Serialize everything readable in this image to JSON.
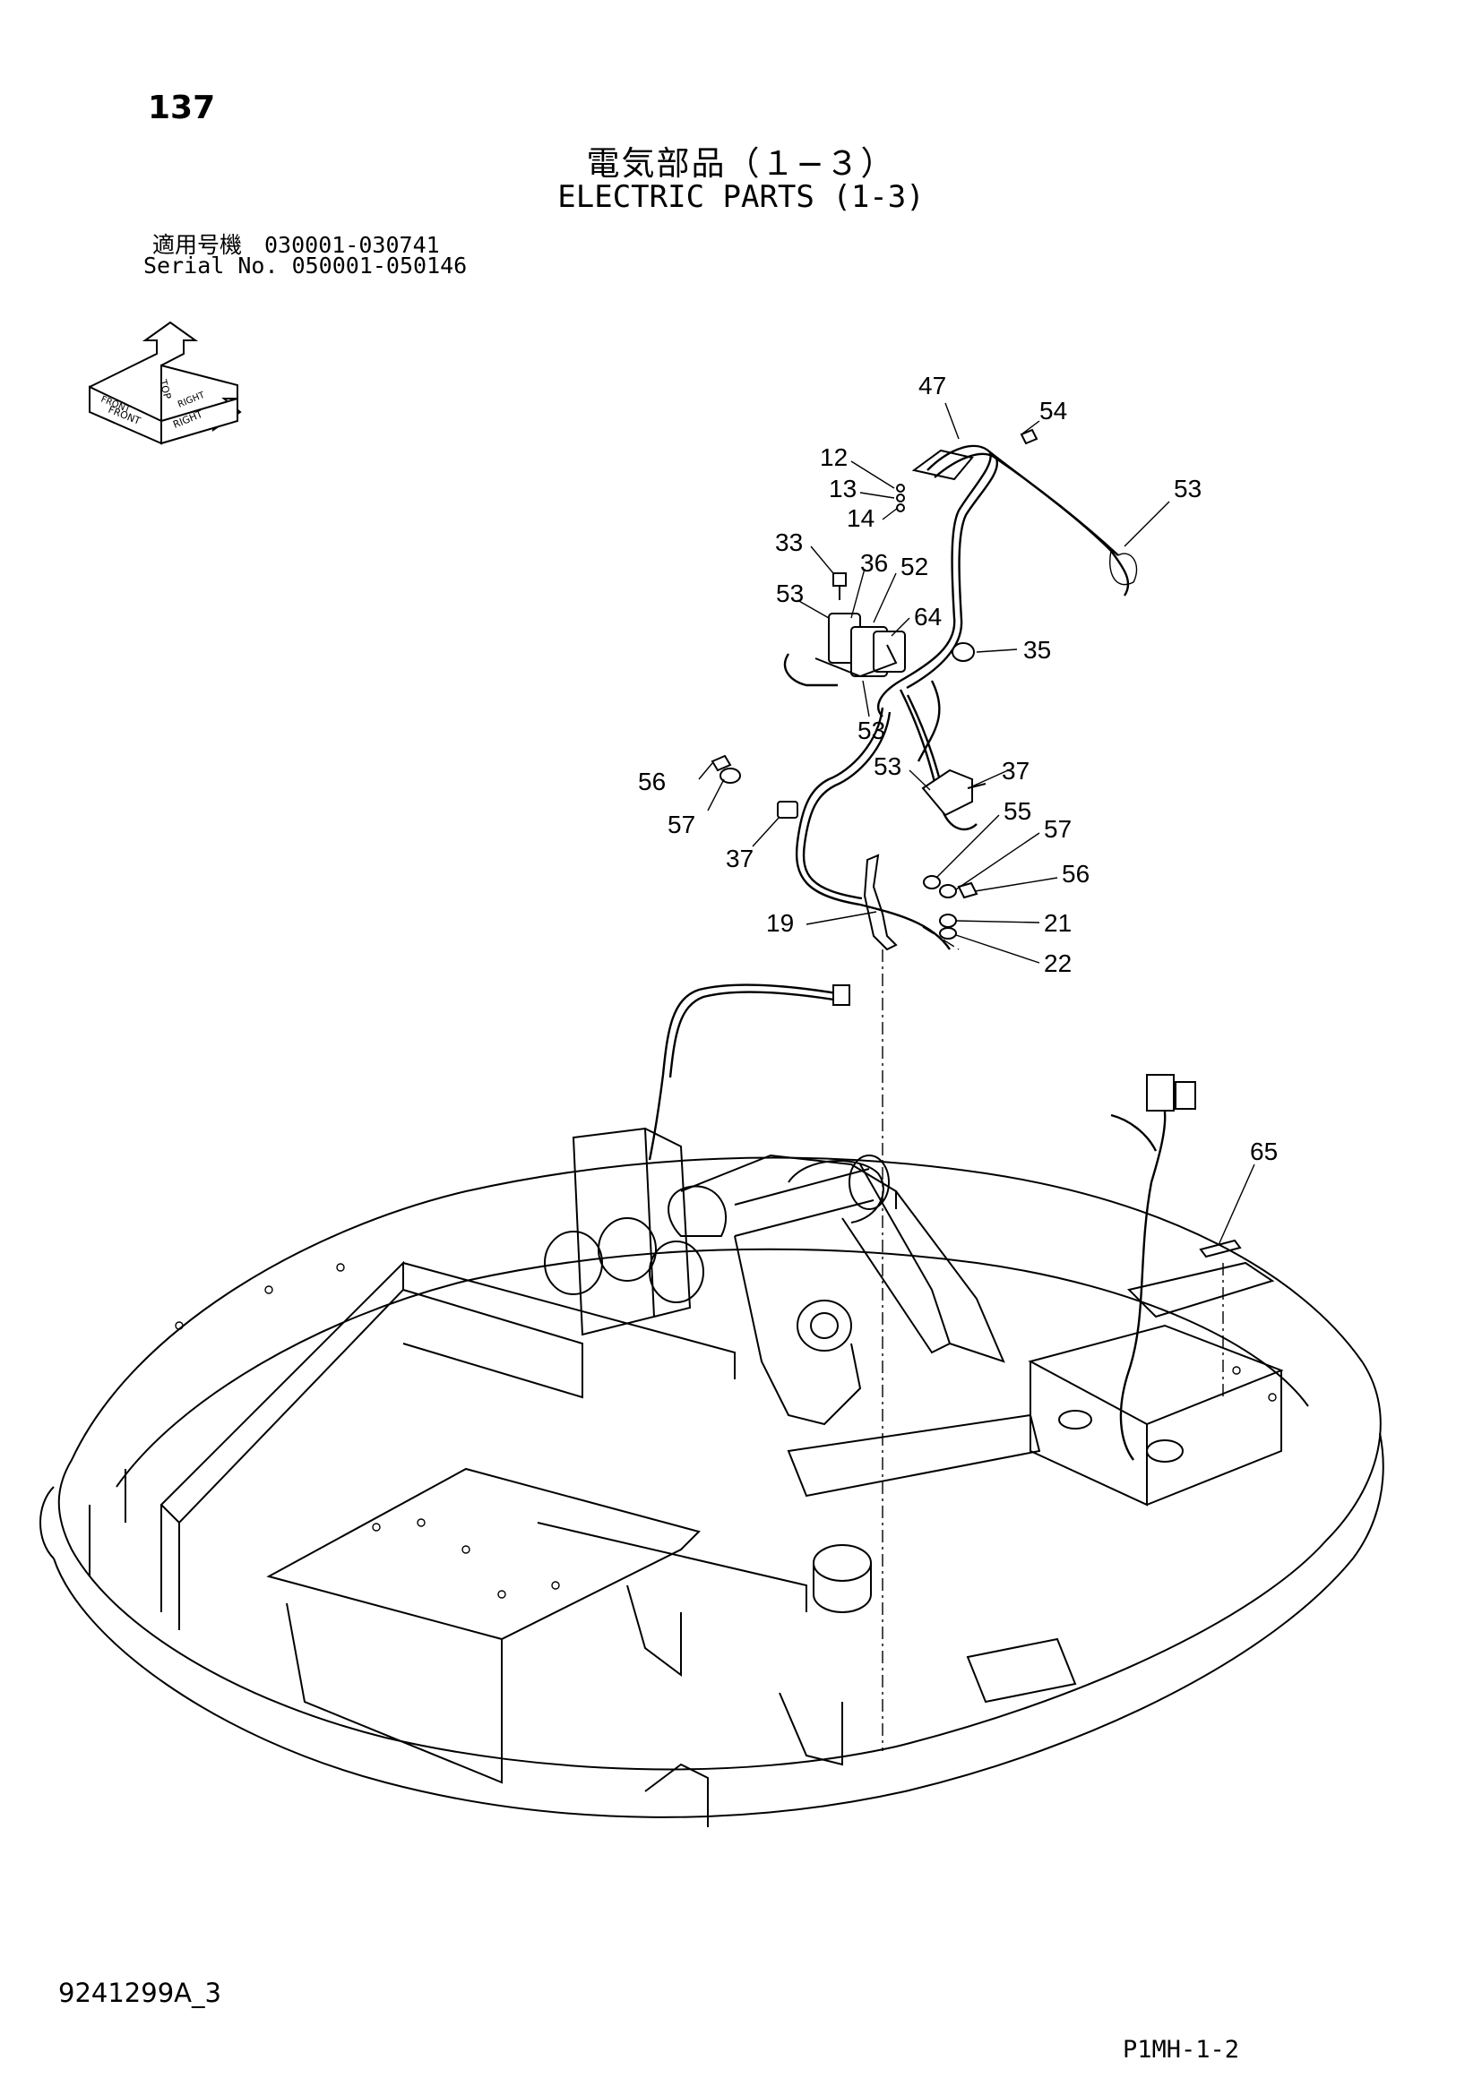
{
  "header": {
    "page_number": "137",
    "title_ja": "電気部品（１−３）",
    "title_en": "ELECTRIC PARTS (1-3)",
    "serial_line_1": "適用号機　030001-030741",
    "serial_line_2": "Serial No. 050001-050146"
  },
  "orientation_icon": {
    "labels": [
      "TOP",
      "FRONT",
      "RIGHT",
      "FRONT",
      "RIGHT"
    ]
  },
  "callouts": [
    {
      "id": "c47a",
      "label": "47"
    },
    {
      "id": "c54",
      "label": "54"
    },
    {
      "id": "c53a",
      "label": "53"
    },
    {
      "id": "c12",
      "label": "12"
    },
    {
      "id": "c13",
      "label": "13"
    },
    {
      "id": "c14",
      "label": "14"
    },
    {
      "id": "c33",
      "label": "33"
    },
    {
      "id": "c36",
      "label": "36"
    },
    {
      "id": "c52",
      "label": "52"
    },
    {
      "id": "c53b",
      "label": "53"
    },
    {
      "id": "c64",
      "label": "64"
    },
    {
      "id": "c35",
      "label": "35"
    },
    {
      "id": "c53c",
      "label": "53"
    },
    {
      "id": "c56a",
      "label": "56"
    },
    {
      "id": "c57a",
      "label": "57"
    },
    {
      "id": "c37a",
      "label": "37"
    },
    {
      "id": "c53d",
      "label": "53"
    },
    {
      "id": "c37b",
      "label": "37"
    },
    {
      "id": "c55",
      "label": "55"
    },
    {
      "id": "c57b",
      "label": "57"
    },
    {
      "id": "c56b",
      "label": "56"
    },
    {
      "id": "c19",
      "label": "19"
    },
    {
      "id": "c21",
      "label": "21"
    },
    {
      "id": "c22",
      "label": "22"
    },
    {
      "id": "c65",
      "label": "65"
    }
  ],
  "footer": {
    "drawing_number": "9241299A_3",
    "page_code": "P1MH-1-2"
  }
}
